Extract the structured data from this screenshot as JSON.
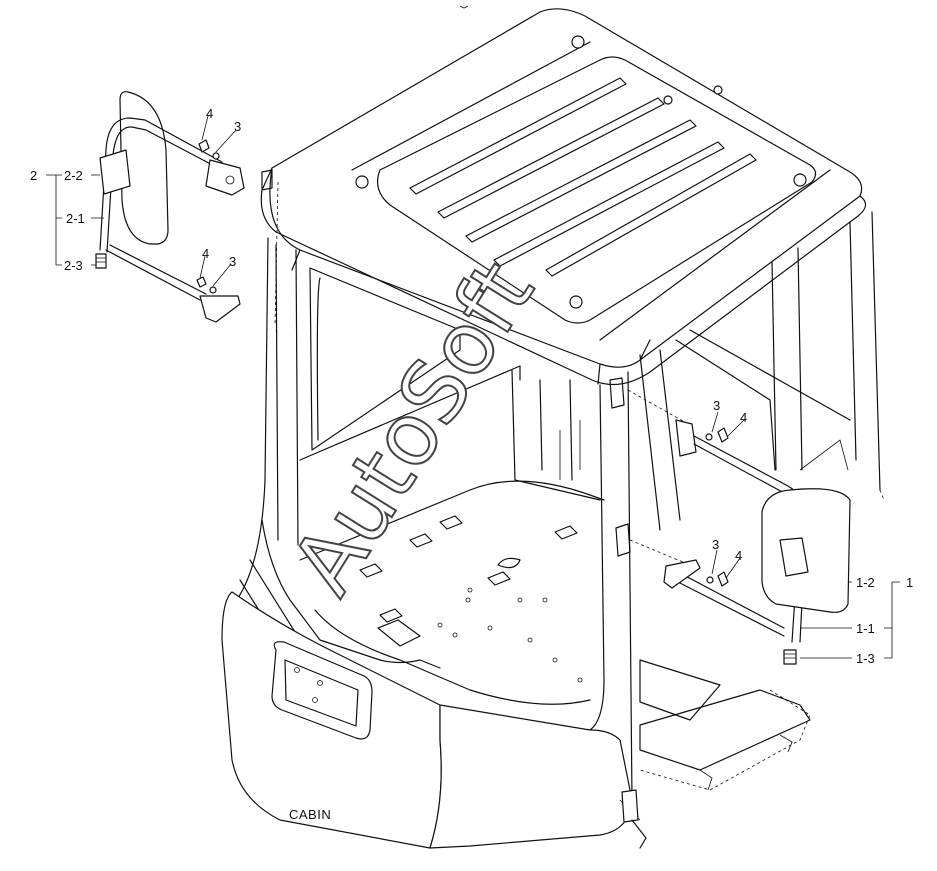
{
  "diagram": {
    "caption": "CABIN",
    "watermark": "AutoSoft",
    "left_mirror": {
      "assembly": "2",
      "parts": [
        "2-2",
        "2-1",
        "2-3"
      ],
      "hardware_upper": [
        "4",
        "3"
      ],
      "hardware_lower": [
        "4",
        "3"
      ]
    },
    "right_mirror": {
      "assembly": "1",
      "parts": [
        "1-2",
        "1-1",
        "1-3"
      ],
      "hardware_upper": [
        "3",
        "4"
      ],
      "hardware_lower": [
        "3",
        "4"
      ]
    }
  }
}
